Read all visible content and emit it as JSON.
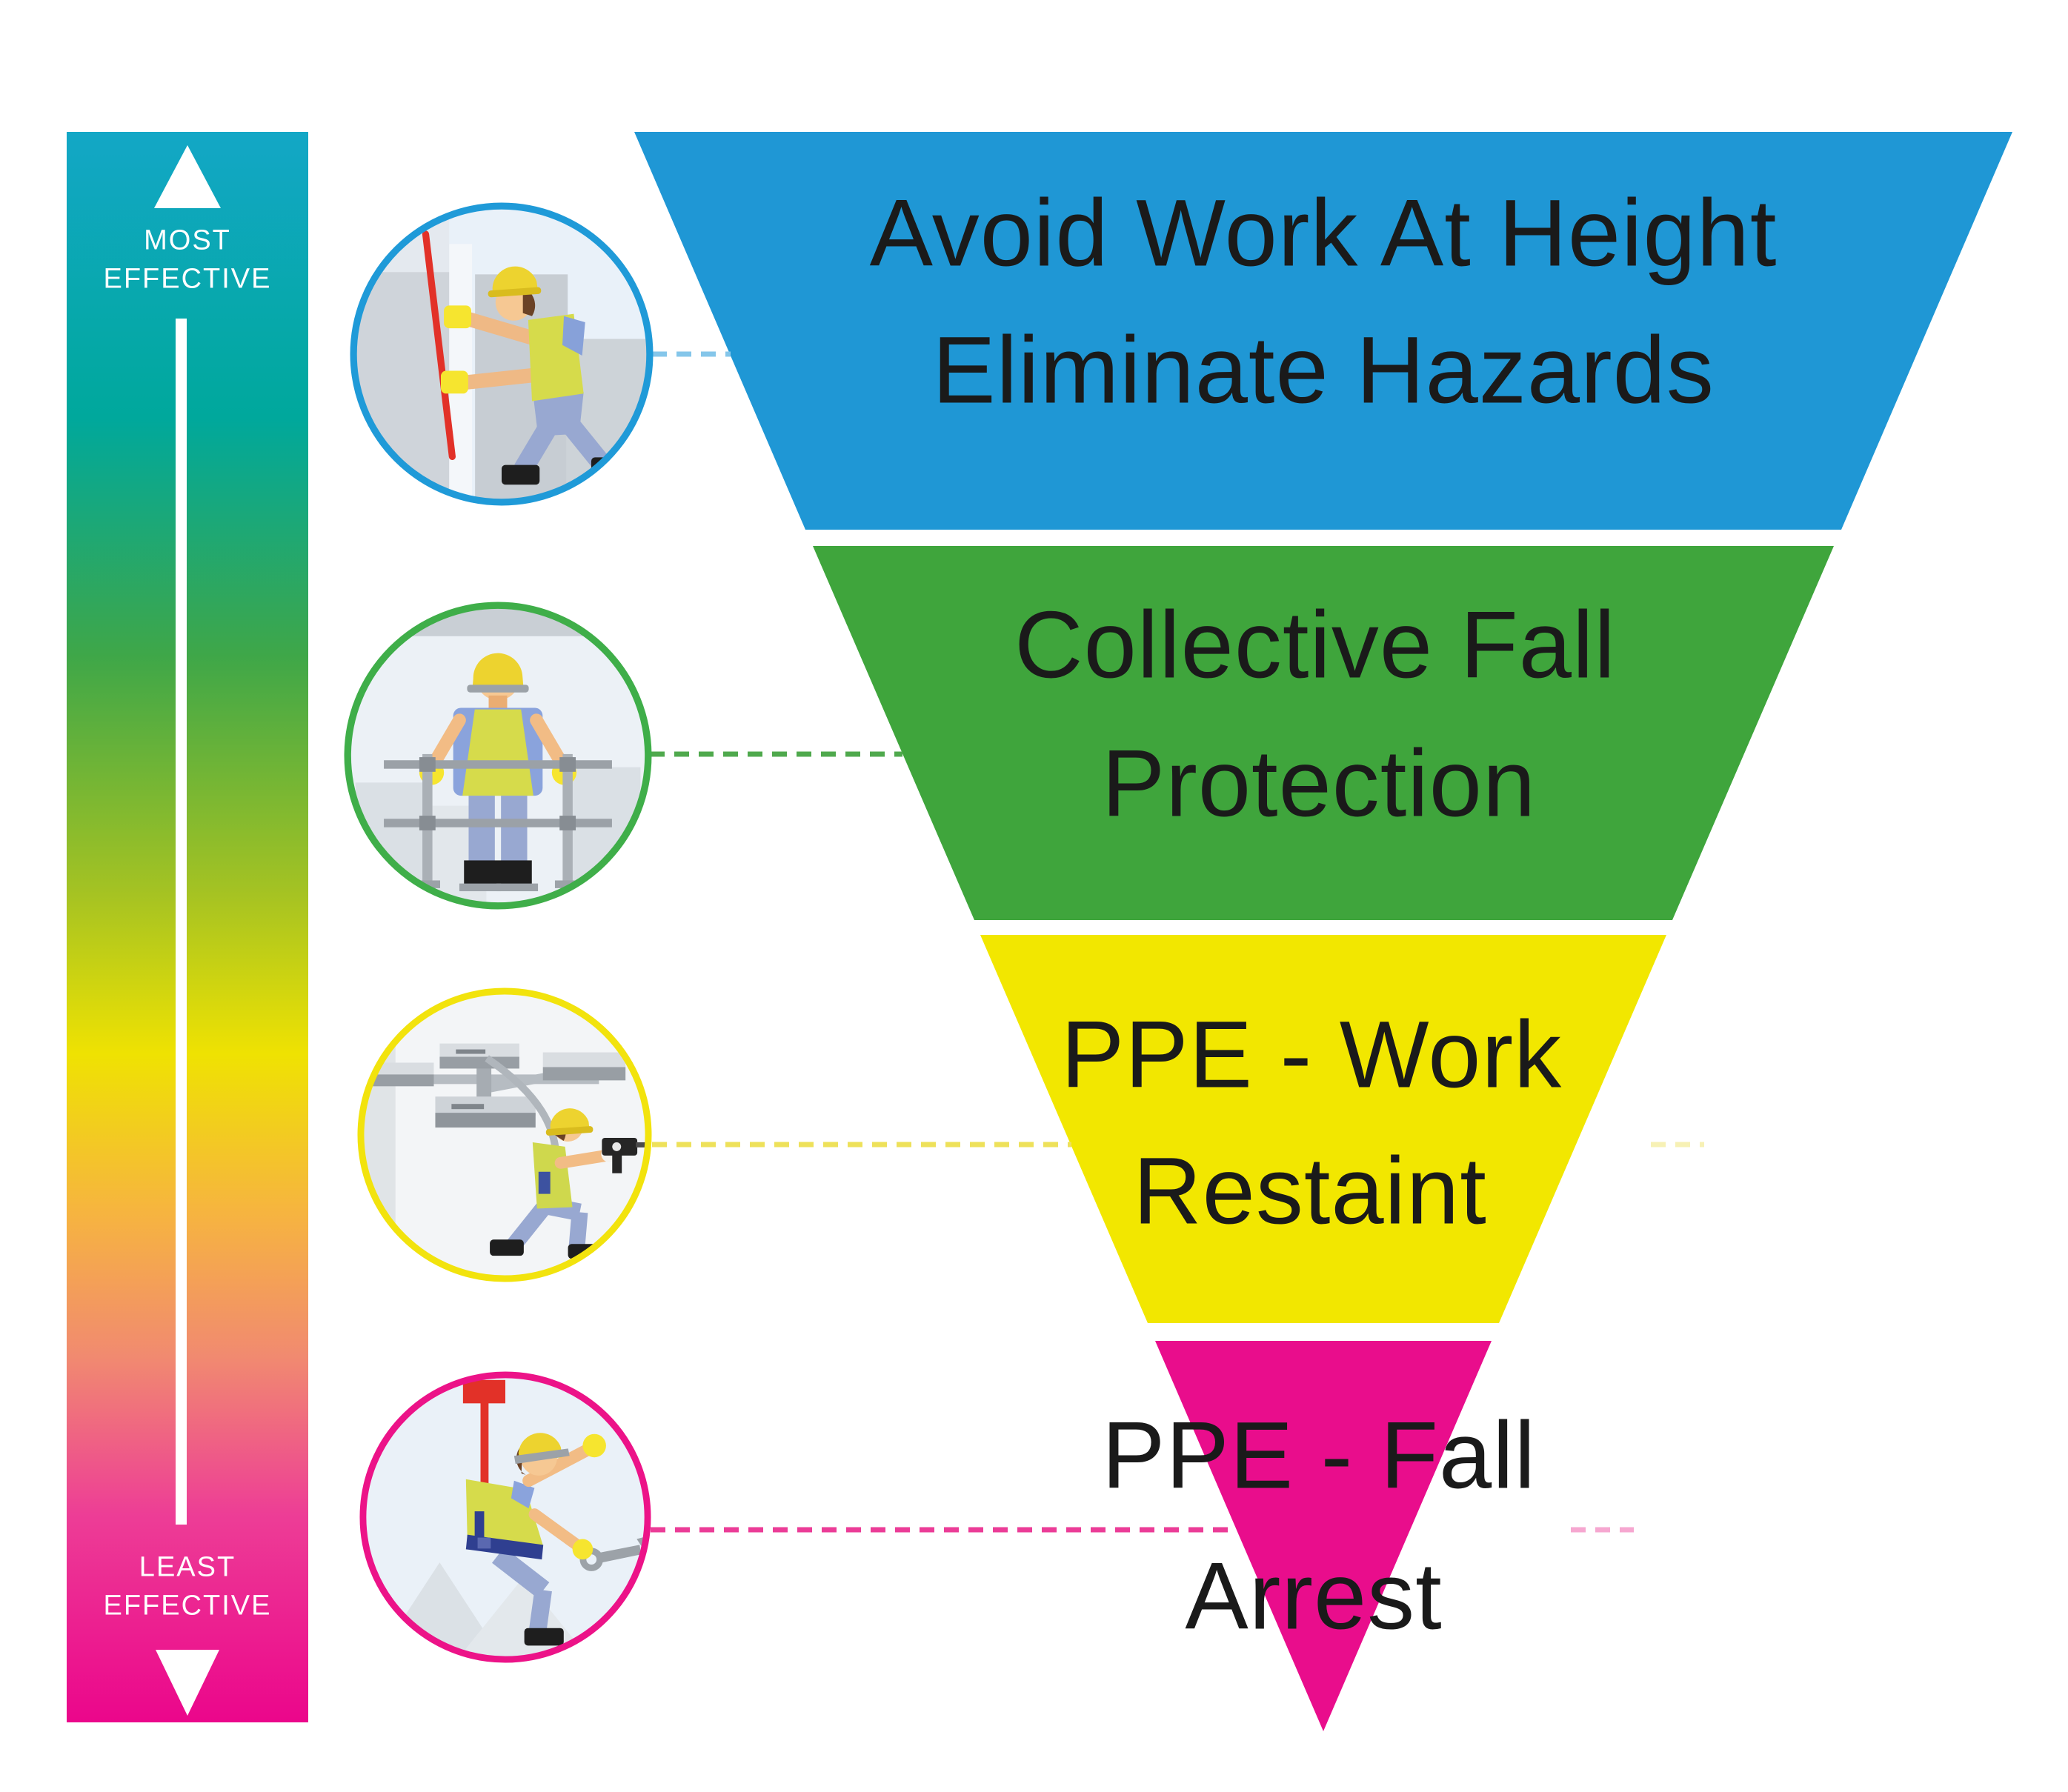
{
  "background": "#FFFFFF",
  "text_color": "#1A1A1A",
  "scale_bar": {
    "most_line1": "MOST",
    "most_line2": "EFFECTIVE",
    "least_line1": "LEAST",
    "least_line2": "EFFECTIVE",
    "label_color": "#FFFFFF",
    "gradient": [
      "#13A7C6",
      "#00A89C",
      "#3FA748",
      "#A6C322",
      "#EFE202",
      "#F6B440",
      "#F18A70",
      "#ED3D96",
      "#EB068B"
    ]
  },
  "levels": [
    {
      "name": "avoid-work-at-height",
      "line1": "Avoid Work At Height",
      "line2": "Eliminate Hazards",
      "color": "#1F97D5",
      "connector_color": "#85C6EA",
      "icon": "worker-removing-hazard-icon"
    },
    {
      "name": "collective-fall-protection",
      "line1": "Collective Fall",
      "line2": "Protection",
      "color": "#3FA53C",
      "connector_color": "#4FA94D",
      "icon": "worker-behind-guardrail-icon"
    },
    {
      "name": "ppe-work-restraint",
      "line1": "PPE - Work",
      "line2": "Restaint",
      "color": "#F2E700",
      "connector_color": "#EEE15A",
      "icon": "worker-with-drill-and-anchor-icon"
    },
    {
      "name": "ppe-fall-arrest",
      "line1": "PPE - Fall",
      "line2": "Arrest",
      "color": "#E90D8C",
      "connector_color": "#EB3C97",
      "icon": "worker-suspended-on-rope-icon"
    }
  ]
}
